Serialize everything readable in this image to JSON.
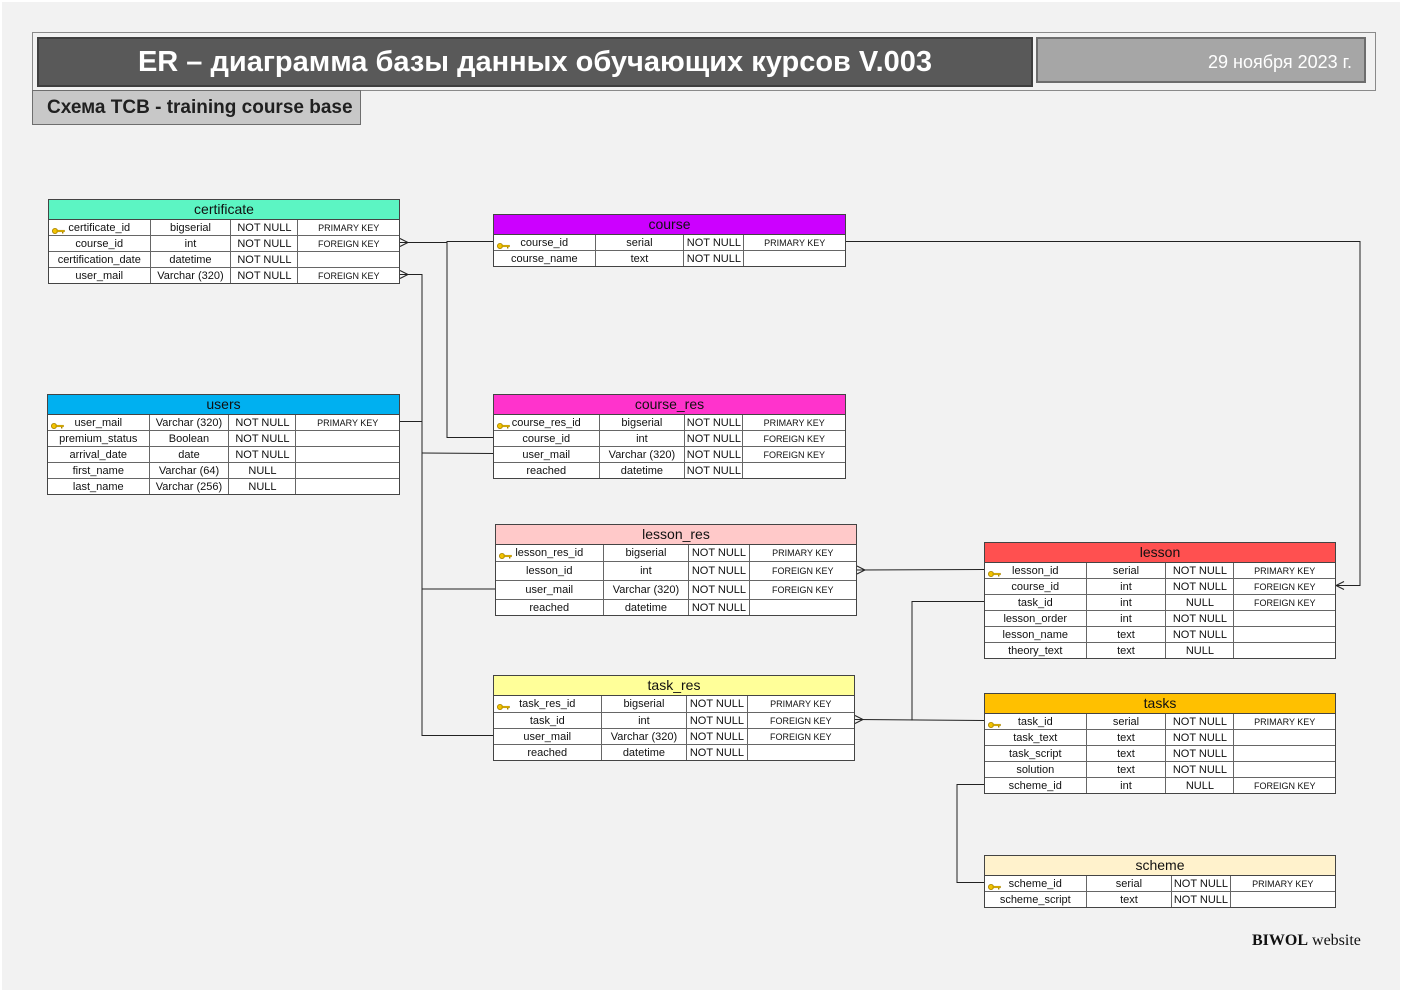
{
  "header": {
    "title": "ER – диаграмма базы данных обучающих курсов V.003",
    "date": "29 ноября 2023 г.",
    "schema_label": "Схема TCB - training course base"
  },
  "footer": {
    "brand": "BIWOL",
    "suffix": "website"
  },
  "colors": {
    "certificate": "#5cf5c3",
    "course": "#cc00ff",
    "users": "#00b0f0",
    "course_res": "#ff33cc",
    "lesson_res": "#ffc9c9",
    "lesson": "#ff5050",
    "task_res": "#ffff99",
    "tasks": "#ffc000",
    "scheme": "#fff2cc"
  },
  "tables": {
    "certificate": {
      "name": "certificate",
      "rows": [
        {
          "field": "certificate_id",
          "type": "bigserial",
          "null": "NOT NULL",
          "constraint": "PRIMARY KEY",
          "pk": true
        },
        {
          "field": "course_id",
          "type": "int",
          "null": "NOT NULL",
          "constraint": "FOREIGN KEY"
        },
        {
          "field": "certification_date",
          "type": "datetime",
          "null": "NOT NULL",
          "constraint": ""
        },
        {
          "field": "user_mail",
          "type": "Varchar (320)",
          "null": "NOT NULL",
          "constraint": "FOREIGN KEY"
        }
      ]
    },
    "course": {
      "name": "course",
      "rows": [
        {
          "field": "course_id",
          "type": "serial",
          "null": "NOT NULL",
          "constraint": "PRIMARY KEY",
          "pk": true
        },
        {
          "field": "course_name",
          "type": "text",
          "null": "NOT NULL",
          "constraint": ""
        }
      ]
    },
    "users": {
      "name": "users",
      "rows": [
        {
          "field": "user_mail",
          "type": "Varchar (320)",
          "null": "NOT NULL",
          "constraint": "PRIMARY KEY",
          "pk": true
        },
        {
          "field": "premium_status",
          "type": "Boolean",
          "null": "NOT NULL",
          "constraint": ""
        },
        {
          "field": "arrival_date",
          "type": "date",
          "null": "NOT NULL",
          "constraint": ""
        },
        {
          "field": "first_name",
          "type": "Varchar (64)",
          "null": "NULL",
          "constraint": ""
        },
        {
          "field": "last_name",
          "type": "Varchar (256)",
          "null": "NULL",
          "constraint": ""
        }
      ]
    },
    "course_res": {
      "name": "course_res",
      "rows": [
        {
          "field": "course_res_id",
          "type": "bigserial",
          "null": "NOT NULL",
          "constraint": "PRIMARY KEY",
          "pk": true
        },
        {
          "field": "course_id",
          "type": "int",
          "null": "NOT NULL",
          "constraint": "FOREIGN KEY"
        },
        {
          "field": "user_mail",
          "type": "Varchar (320)",
          "null": "NOT NULL",
          "constraint": "FOREIGN KEY"
        },
        {
          "field": "reached",
          "type": "datetime",
          "null": "NOT NULL",
          "constraint": ""
        }
      ]
    },
    "lesson_res": {
      "name": "lesson_res",
      "rows": [
        {
          "field": "lesson_res_id",
          "type": "bigserial",
          "null": "NOT NULL",
          "constraint": "PRIMARY KEY",
          "pk": true
        },
        {
          "field": "lesson_id",
          "type": "int",
          "null": "NOT NULL",
          "constraint": "FOREIGN KEY"
        },
        {
          "field": "user_mail",
          "type": "Varchar (320)",
          "null": "NOT NULL",
          "constraint": "FOREIGN KEY"
        },
        {
          "field": "reached",
          "type": "datetime",
          "null": "NOT NULL",
          "constraint": ""
        }
      ]
    },
    "lesson": {
      "name": "lesson",
      "rows": [
        {
          "field": "lesson_id",
          "type": "serial",
          "null": "NOT NULL",
          "constraint": "PRIMARY KEY",
          "pk": true
        },
        {
          "field": "course_id",
          "type": "int",
          "null": "NOT NULL",
          "constraint": "FOREIGN KEY"
        },
        {
          "field": "task_id",
          "type": "int",
          "null": "NULL",
          "constraint": "FOREIGN KEY"
        },
        {
          "field": "lesson_order",
          "type": "int",
          "null": "NOT NULL",
          "constraint": ""
        },
        {
          "field": "lesson_name",
          "type": "text",
          "null": "NOT NULL",
          "constraint": ""
        },
        {
          "field": "theory_text",
          "type": "text",
          "null": "NULL",
          "constraint": ""
        }
      ]
    },
    "task_res": {
      "name": "task_res",
      "rows": [
        {
          "field": "task_res_id",
          "type": "bigserial",
          "null": "NOT NULL",
          "constraint": "PRIMARY KEY",
          "pk": true
        },
        {
          "field": "task_id",
          "type": "int",
          "null": "NOT NULL",
          "constraint": "FOREIGN KEY"
        },
        {
          "field": "user_mail",
          "type": "Varchar (320)",
          "null": "NOT NULL",
          "constraint": "FOREIGN KEY"
        },
        {
          "field": "reached",
          "type": "datetime",
          "null": "NOT NULL",
          "constraint": ""
        }
      ]
    },
    "tasks": {
      "name": "tasks",
      "rows": [
        {
          "field": "task_id",
          "type": "serial",
          "null": "NOT NULL",
          "constraint": "PRIMARY KEY",
          "pk": true
        },
        {
          "field": "task_text",
          "type": "text",
          "null": "NOT NULL",
          "constraint": ""
        },
        {
          "field": "task_script",
          "type": "text",
          "null": "NOT NULL",
          "constraint": ""
        },
        {
          "field": "solution",
          "type": "text",
          "null": "NOT NULL",
          "constraint": ""
        },
        {
          "field": "scheme_id",
          "type": "int",
          "null": "NULL",
          "constraint": "FOREIGN KEY"
        }
      ]
    },
    "scheme": {
      "name": "scheme",
      "rows": [
        {
          "field": "scheme_id",
          "type": "serial",
          "null": "NOT NULL",
          "constraint": "PRIMARY KEY",
          "pk": true
        },
        {
          "field": "scheme_script",
          "type": "text",
          "null": "NOT NULL",
          "constraint": ""
        }
      ]
    }
  },
  "relations": [
    {
      "from": "course.course_id",
      "to": "certificate.course_id"
    },
    {
      "from": "course.course_id",
      "to": "course_res.course_id"
    },
    {
      "from": "course.course_id",
      "to": "lesson.course_id"
    },
    {
      "from": "users.user_mail",
      "to": "certificate.user_mail"
    },
    {
      "from": "users.user_mail",
      "to": "course_res.user_mail"
    },
    {
      "from": "users.user_mail",
      "to": "lesson_res.user_mail"
    },
    {
      "from": "users.user_mail",
      "to": "task_res.user_mail"
    },
    {
      "from": "lesson.lesson_id",
      "to": "lesson_res.lesson_id"
    },
    {
      "from": "tasks.task_id",
      "to": "task_res.task_id"
    },
    {
      "from": "tasks.task_id",
      "to": "lesson.task_id"
    },
    {
      "from": "scheme.scheme_id",
      "to": "tasks.scheme_id"
    }
  ]
}
